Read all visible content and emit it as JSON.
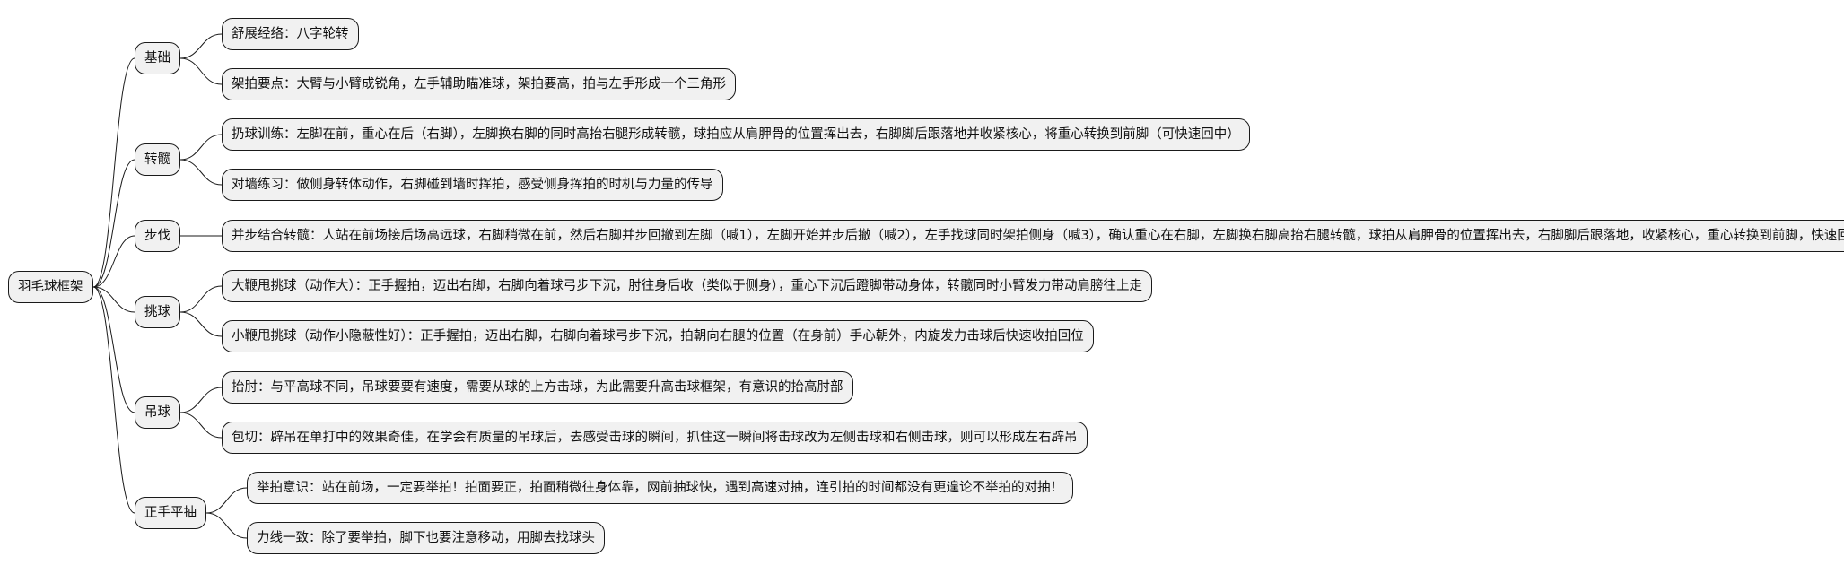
{
  "root": "羽毛球框架",
  "branches": [
    {
      "label": "基础",
      "children": [
        "舒展经络：八字轮转",
        "架拍要点：大臂与小臂成锐角，左手辅助瞄准球，架拍要高，拍与左手形成一个三角形"
      ]
    },
    {
      "label": "转髋",
      "children": [
        "扔球训练：左脚在前，重心在后（右脚），左脚换右脚的同时高抬右腿形成转髋，球拍应从肩胛骨的位置挥出去，右脚脚后跟落地并收紧核心，将重心转换到前脚（可快速回中）",
        "对墙练习：做侧身转体动作，右脚碰到墙时挥拍，感受侧身挥拍的时机与力量的传导"
      ]
    },
    {
      "label": "步伐",
      "children": [
        "并步结合转髋：人站在前场接后场高远球，右脚稍微在前，然后右脚并步回撤到左脚（喊1），左脚开始并步后撤（喊2），左手找球同时架拍侧身（喊3），确认重心在右脚，左脚换右脚高抬右腿转髋，球拍从肩胛骨的位置挥出去，右脚脚后跟落地，收紧核心，重心转换到前脚，快速回中"
      ]
    },
    {
      "label": "挑球",
      "children": [
        "大鞭甩挑球（动作大）：正手握拍，迈出右脚，右脚向着球弓步下沉，肘往身后收（类似于侧身），重心下沉后蹬脚带动身体，转髋同时小臂发力带动肩膀往上走",
        "小鞭甩挑球（动作小隐蔽性好）：正手握拍，迈出右脚，右脚向着球弓步下沉，拍朝向右腿的位置（在身前）手心朝外，内旋发力击球后快速收拍回位"
      ]
    },
    {
      "label": "吊球",
      "children": [
        "抬肘：与平高球不同，吊球要要有速度，需要从球的上方击球，为此需要升高击球框架，有意识的抬高肘部",
        "包切：辟吊在单打中的效果奇佳，在学会有质量的吊球后，去感受击球的瞬间，抓住这一瞬间将击球改为左侧击球和右侧击球，则可以形成左右辟吊"
      ]
    },
    {
      "label": "正手平抽",
      "children": [
        "举拍意识：站在前场，一定要举拍！拍面要正，拍面稍微往身体靠，网前抽球快，遇到高速对抽，连引拍的时间都没有更遑论不举拍的对抽！",
        "力线一致：除了要举拍，脚下也要注意移动，用脚去找球头"
      ]
    }
  ]
}
